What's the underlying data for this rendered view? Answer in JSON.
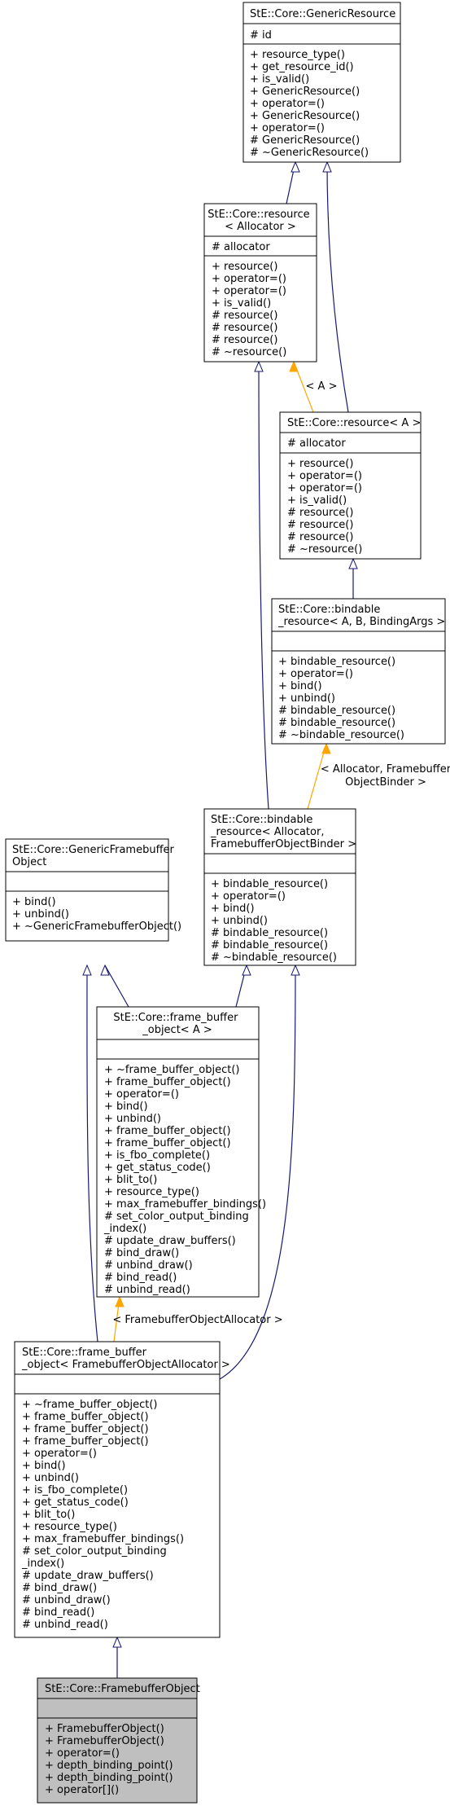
{
  "colors": {
    "border": "#000000",
    "inheritance_edge": "#191970",
    "template_edge": "#ffa500",
    "highlight_header": "#bfbfbf",
    "highlight_fill": "#bfbfbf"
  },
  "nodes": {
    "generic_resource": {
      "title": [
        "StE::Core::GenericResource"
      ],
      "attributes": [
        "# id"
      ],
      "methods": [
        "+ resource_type()",
        "+ get_resource_id()",
        "+ is_valid()",
        "+ GenericResource()",
        "+ operator=()",
        "+ GenericResource()",
        "+ operator=()",
        "# GenericResource()",
        "# ~GenericResource()"
      ]
    },
    "resource_allocator": {
      "title": [
        "StE::Core::resource",
        "< Allocator >"
      ],
      "attributes": [
        "# allocator"
      ],
      "methods": [
        "+ resource()",
        "+ operator=()",
        "+ operator=()",
        "+ is_valid()",
        "# resource()",
        "# resource()",
        "# resource()",
        "# ~resource()"
      ]
    },
    "resource_a": {
      "title": [
        "StE::Core::resource< A >"
      ],
      "attributes": [
        "# allocator"
      ],
      "methods": [
        "+ resource()",
        "+ operator=()",
        "+ operator=()",
        "+ is_valid()",
        "# resource()",
        "# resource()",
        "# resource()",
        "# ~resource()"
      ]
    },
    "bindable_resource_a": {
      "title": [
        "StE::Core::bindable",
        "_resource< A, B, BindingArgs >"
      ],
      "attributes": [],
      "methods": [
        "+ bindable_resource()",
        "+ operator=()",
        "+ bind()",
        "+ unbind()",
        "# bindable_resource()",
        "# bindable_resource()",
        "# ~bindable_resource()"
      ]
    },
    "bindable_resource_fbo": {
      "title": [
        "StE::Core::bindable",
        "_resource< Allocator,",
        "FramebufferObjectBinder >"
      ],
      "attributes": [],
      "methods": [
        "+ bindable_resource()",
        "+ operator=()",
        "+ bind()",
        "+ unbind()",
        "# bindable_resource()",
        "# bindable_resource()",
        "# ~bindable_resource()"
      ]
    },
    "generic_framebuffer_object": {
      "title": [
        "StE::Core::GenericFramebuffer",
        "Object"
      ],
      "attributes": [],
      "methods": [
        "+ bind()",
        "+ unbind()",
        "+ ~GenericFramebufferObject()"
      ]
    },
    "frame_buffer_object_a": {
      "title": [
        "StE::Core::frame_buffer",
        "_object< A >"
      ],
      "attributes": [],
      "methods": [
        "+ ~frame_buffer_object()",
        "+ frame_buffer_object()",
        "+ operator=()",
        "+ bind()",
        "+ unbind()",
        "+ frame_buffer_object()",
        "+ frame_buffer_object()",
        "+ is_fbo_complete()",
        "+ get_status_code()",
        "+ blit_to()",
        "+ resource_type()",
        "+ max_framebuffer_bindings()",
        "# set_color_output_binding",
        "_index()",
        "# update_draw_buffers()",
        "# bind_draw()",
        "# unbind_draw()",
        "# bind_read()",
        "# unbind_read()"
      ]
    },
    "frame_buffer_object_alloc": {
      "title": [
        "StE::Core::frame_buffer",
        "_object< FramebufferObjectAllocator >"
      ],
      "attributes": [],
      "methods": [
        "+ ~frame_buffer_object()",
        "+ frame_buffer_object()",
        "+ frame_buffer_object()",
        "+ frame_buffer_object()",
        "+ operator=()",
        "+ bind()",
        "+ unbind()",
        "+ is_fbo_complete()",
        "+ get_status_code()",
        "+ blit_to()",
        "+ resource_type()",
        "+ max_framebuffer_bindings()",
        "# set_color_output_binding",
        "_index()",
        "# update_draw_buffers()",
        "# bind_draw()",
        "# unbind_draw()",
        "# bind_read()",
        "# unbind_read()"
      ]
    },
    "framebuffer_object": {
      "title": [
        "StE::Core::FramebufferObject"
      ],
      "attributes": [],
      "methods": [
        "+ FramebufferObject()",
        "+ FramebufferObject()",
        "+ operator=()",
        "+ depth_binding_point()",
        "+ depth_binding_point()",
        "+ operator[]()"
      ]
    }
  },
  "edge_labels": {
    "a": [
      "< A >"
    ],
    "allocator_binder": [
      "< Allocator, Framebuffer",
      "ObjectBinder >"
    ],
    "fbo_allocator": [
      "< FramebufferObjectAllocator >"
    ]
  }
}
